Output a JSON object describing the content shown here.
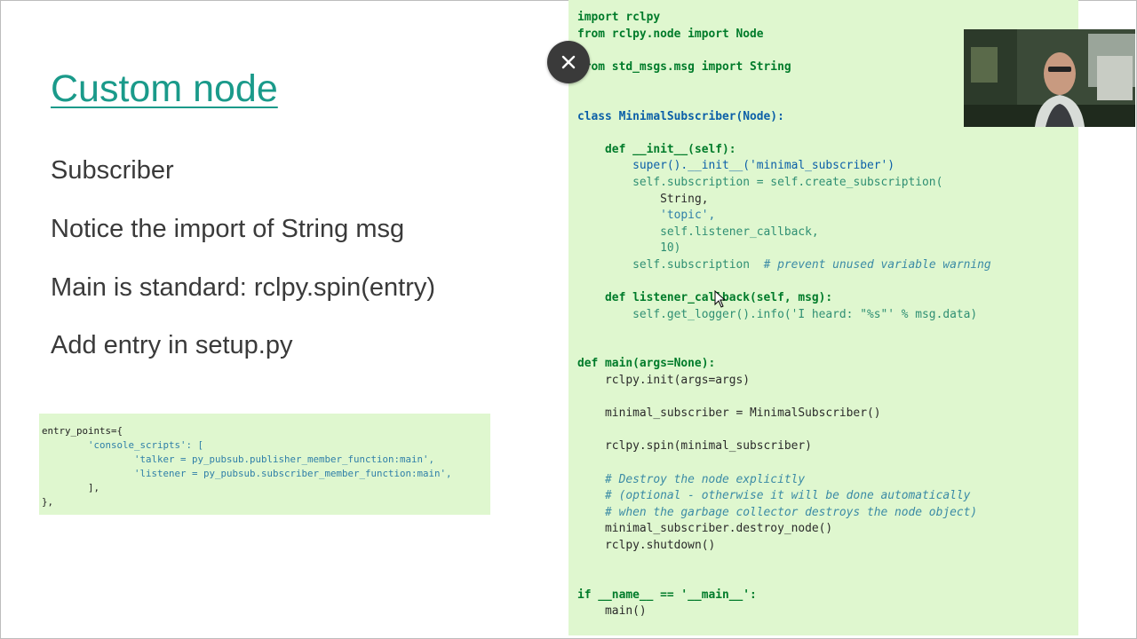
{
  "slide": {
    "title": "Custom node",
    "bullets": [
      "Subscriber",
      "Notice the import of String msg",
      "Main is standard: rclpy.spin(entry)",
      "Add entry in setup.py"
    ]
  },
  "entry_points": {
    "lines": [
      "entry_points={",
      "        'console_scripts': [",
      "                'talker = py_pubsub.publisher_member_function:main',",
      "                'listener = py_pubsub.subscriber_member_function:main',",
      "        ],",
      "},"
    ]
  },
  "code": {
    "line_1": "import rclpy",
    "line_2": "from rclpy.node import Node",
    "line_4": "from std_msgs.msg import String",
    "line_7": "class MinimalSubscriber(Node):",
    "line_9": "def __init__(self):",
    "line_10": "super().__init__('minimal_subscriber')",
    "line_11": "self.subscription = self.create_subscription(",
    "line_12": "String,",
    "line_13": "'topic',",
    "line_14": "self.listener_callback,",
    "line_15": "10)",
    "line_16a": "self.subscription",
    "line_16b": "# prevent unused variable warning",
    "line_18": "def listener_callback(self, msg):",
    "line_19": "self.get_logger().info('I heard: \"%s\"' % msg.data)",
    "line_22": "def main(args=None):",
    "line_23": "rclpy.init(args=args)",
    "line_25": "minimal_subscriber = MinimalSubscriber()",
    "line_27": "rclpy.spin(minimal_subscriber)",
    "line_29": "# Destroy the node explicitly",
    "line_30": "# (optional - otherwise it will be done automatically",
    "line_31": "# when the garbage collector destroys the node object)",
    "line_32": "minimal_subscriber.destroy_node()",
    "line_33": "rclpy.shutdown()",
    "line_36": "if __name__ == '__main__':",
    "line_37": "main()"
  },
  "icons": {
    "close": "close-icon",
    "cursor": "mouse-pointer-icon"
  },
  "colors": {
    "title": "#1a9a8a",
    "code_background": "#dff7cf",
    "keyword": "#007b2a",
    "close_button": "#3a3a3a"
  }
}
